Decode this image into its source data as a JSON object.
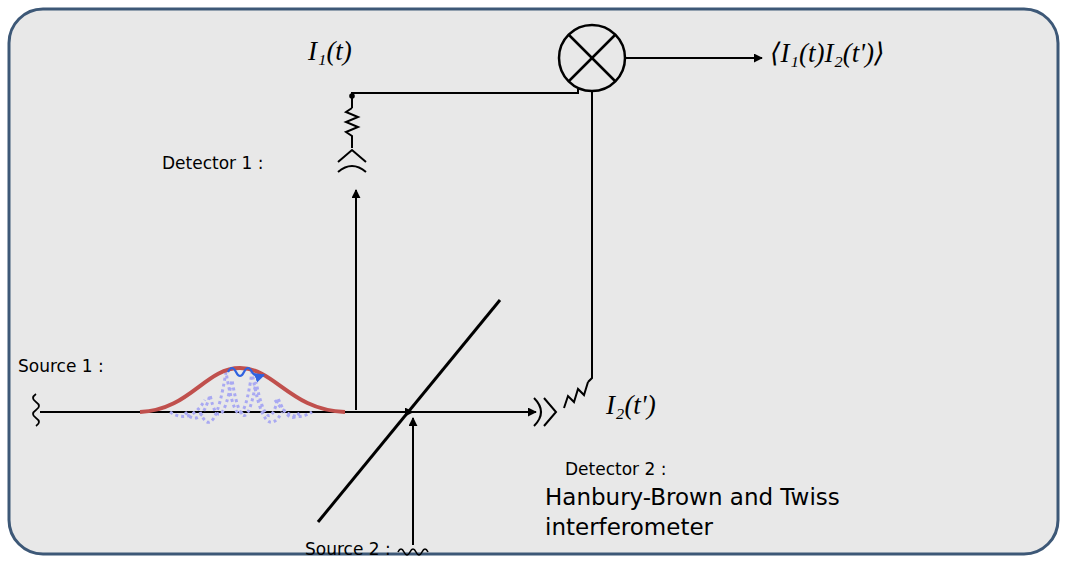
{
  "diagram": {
    "labels": [
      "I₁(t)",
      "⟨I₁(t)I₂(t')⟩",
      "Detector 1 :",
      "Source 1 :",
      "I₂(t')",
      "Detector 2 :",
      "Hanbury-Brown and Twiss interferometer",
      "Source 2 :"
    ]
  }
}
